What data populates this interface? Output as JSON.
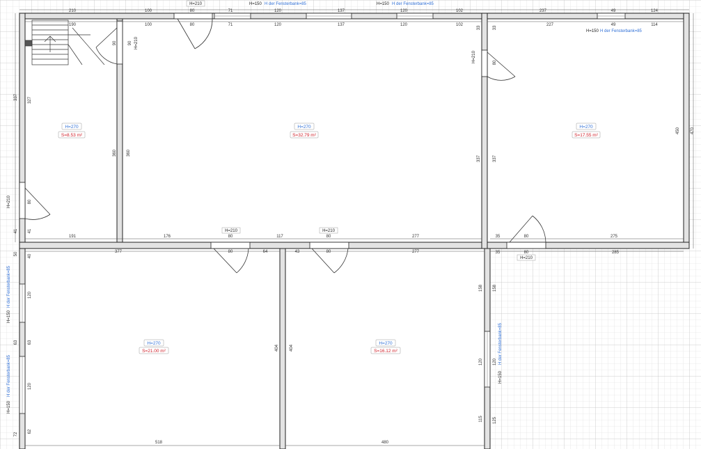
{
  "rooms": [
    {
      "id": "stair-room",
      "height": "H=270",
      "area": "S=8.53 m²"
    },
    {
      "id": "main-room",
      "height": "H=270",
      "area": "S=32.79 m²"
    },
    {
      "id": "right-room",
      "height": "H=270",
      "area": "S=17.55 m²"
    },
    {
      "id": "bottom-left-room",
      "height": "H=270",
      "area": "S=21.00 m²"
    },
    {
      "id": "bottom-right-room",
      "height": "H=270",
      "area": "S=16.12 m²"
    }
  ],
  "labels": {
    "door_h": "H=210",
    "window_h": "H=150",
    "sill": "H der Fensterbank=85"
  },
  "dimensions": {
    "top_outer": [
      "210",
      "100",
      "80",
      "71",
      "120",
      "137",
      "120",
      "102",
      "237",
      "49",
      "124"
    ],
    "top_inner": [
      "190",
      "100",
      "80",
      "71",
      "120",
      "137",
      "120",
      "102",
      "227",
      "49",
      "114"
    ],
    "left_outer": [
      "337",
      "41",
      "50",
      "72"
    ],
    "left_inner": [
      "327",
      "80",
      "41",
      "40",
      "120",
      "63",
      "63",
      "120",
      "62"
    ],
    "right_outer": [
      "470"
    ],
    "right_inner": [
      "450"
    ],
    "mid_vertical": [
      "90",
      "360",
      "360",
      "337",
      "337",
      "80",
      "33",
      "33"
    ],
    "mid_horizontal": [
      "191",
      "176",
      "80",
      "117",
      "80",
      "277",
      "35",
      "80",
      "275",
      "377",
      "80",
      "64",
      "43",
      "80",
      "277",
      "35",
      "80",
      "285"
    ],
    "lower_vertical": [
      "404",
      "404",
      "158",
      "158",
      "120",
      "120",
      "115",
      "125"
    ],
    "bottom": [
      "518",
      "480"
    ]
  },
  "tick_glyph": "90"
}
